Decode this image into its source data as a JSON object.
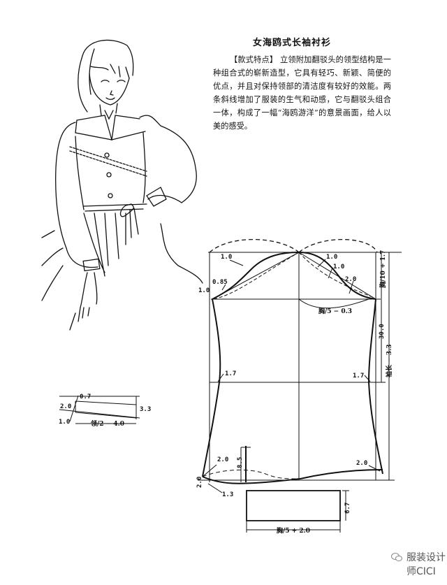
{
  "header": {
    "title": "女海鸥式长袖衬衫"
  },
  "description": {
    "tag": "【款式特点】",
    "text": "立领附加翻驳头的领型结构是一种组合式的崭新造型，它具有轻巧、新颖、简便的优点，并且对保持领部的清洁度有较好的效能。两条斜线增加了服装的生气和动感，它与翻驳头组合一体，构成了一幅“海鸥游洋”的意景画面，给人以美的感受。"
  },
  "illustration": {
    "subject": "woman-in-seagull-collar-long-sleeve-blouse"
  },
  "sleeve_pattern": {
    "labels": {
      "cap_left_inner": "1.0",
      "cap_left_outer": "0.85",
      "side_left": "1.0",
      "cap_right_top": "1.0",
      "cap_right_mid": "1.0",
      "cap_right_low": "2.0",
      "cap_width": "胸/5 − 0.3",
      "cap_height": "胸/10 + 1.7",
      "elbow_length": "30.0",
      "sleeve_length": "袖长 − 3.3",
      "elbow_left": "1.7",
      "elbow_right": "1.7",
      "hem_left_a": "2.0",
      "hem_left_b": "2.0",
      "hem_left_c": "1.3",
      "hem_right": "2.0",
      "placket": "8.5"
    }
  },
  "cuff_pattern": {
    "height": "6.7",
    "width": "胸/5 + 2.0"
  },
  "collar_pattern": {
    "top_offset": "0.7",
    "left_height": "2.0",
    "left_bottom": "1.0",
    "right_height": "3.3",
    "length": "领/2 − 4.0"
  },
  "watermark": {
    "icon": "wechat-icon",
    "text": "服装设计师CICI"
  }
}
